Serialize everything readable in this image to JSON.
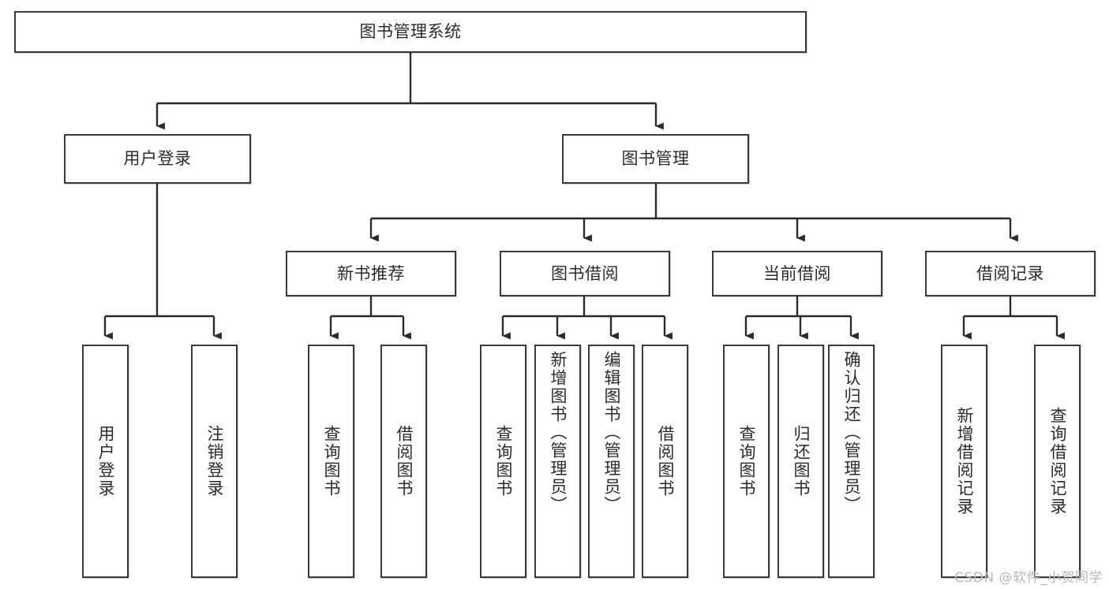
{
  "diagram": {
    "title": "图书管理系统",
    "type": "tree-hierarchy-diagram",
    "root": {
      "id": "root",
      "label": "图书管理系统"
    },
    "level2": [
      {
        "id": "user-login",
        "label": "用户登录"
      },
      {
        "id": "book-manage",
        "label": "图书管理"
      }
    ],
    "level3": [
      {
        "id": "new-book-rec",
        "label": "新书推荐"
      },
      {
        "id": "book-borrow",
        "label": "图书借阅"
      },
      {
        "id": "current-borrow",
        "label": "当前借阅"
      },
      {
        "id": "borrow-record",
        "label": "借阅记录"
      }
    ],
    "leaves": [
      {
        "id": "leaf-user-login",
        "label": "用户登录",
        "parent": "user-login"
      },
      {
        "id": "leaf-logout-login",
        "label": "注销登录",
        "parent": "user-login"
      },
      {
        "id": "leaf-query-book-1",
        "label": "查询图书",
        "parent": "new-book-rec"
      },
      {
        "id": "leaf-borrow-book-1",
        "label": "借阅图书",
        "parent": "new-book-rec"
      },
      {
        "id": "leaf-query-book-2",
        "label": "查询图书",
        "parent": "book-borrow"
      },
      {
        "id": "leaf-add-book",
        "label": "新增图书（管理员）",
        "parent": "book-borrow"
      },
      {
        "id": "leaf-edit-book",
        "label": "编辑图书（管理员）",
        "parent": "book-borrow"
      },
      {
        "id": "leaf-borrow-book-2",
        "label": "借阅图书",
        "parent": "book-borrow"
      },
      {
        "id": "leaf-query-book-3",
        "label": "查询图书",
        "parent": "current-borrow"
      },
      {
        "id": "leaf-return-book",
        "label": "归还图书",
        "parent": "current-borrow"
      },
      {
        "id": "leaf-confirm-return",
        "label": "确认归还（管理员）",
        "parent": "current-borrow"
      },
      {
        "id": "leaf-add-record",
        "label": "新增借阅记录",
        "parent": "borrow-record"
      },
      {
        "id": "leaf-query-record",
        "label": "查询借阅记录",
        "parent": "borrow-record"
      }
    ],
    "colors": {
      "border": "#3a3a3a",
      "background": "#ffffff",
      "text": "#2b2b2b",
      "connector": "#2b2b2b",
      "watermark": "#b9b9b9"
    }
  },
  "watermark": {
    "text": "CSDN @软件_小贺同学"
  }
}
